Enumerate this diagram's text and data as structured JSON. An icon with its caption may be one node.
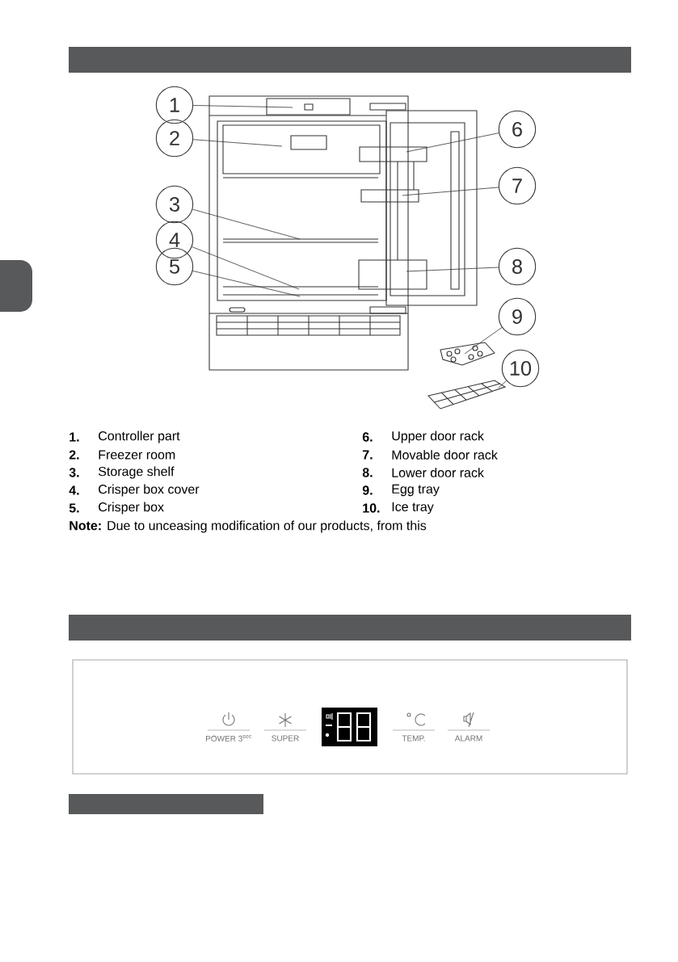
{
  "diagram": {
    "nodes": [
      {
        "text": [
          "1"
        ]
      },
      {
        "text": [
          "2"
        ]
      },
      {
        "text": [
          "3"
        ]
      },
      {
        "text": [
          "4"
        ]
      },
      {
        "text": [
          "5"
        ]
      },
      {
        "text": [
          "6"
        ]
      },
      {
        "text": [
          "7"
        ]
      },
      {
        "text": [
          "8"
        ]
      },
      {
        "text": [
          "9"
        ]
      },
      {
        "text": [
          "10"
        ]
      }
    ],
    "edges": [
      {
        "from": 0,
        "to": null,
        "arrow": "none"
      },
      {
        "from": 1,
        "to": null,
        "arrow": "none"
      },
      {
        "from": 2,
        "to": null,
        "arrow": "none"
      },
      {
        "from": 3,
        "to": null,
        "arrow": "none"
      },
      {
        "from": 4,
        "to": null,
        "arrow": "none"
      },
      {
        "from": 5,
        "to": null,
        "arrow": "none"
      },
      {
        "from": 6,
        "to": null,
        "arrow": "none"
      },
      {
        "from": 7,
        "to": null,
        "arrow": "none"
      },
      {
        "from": 8,
        "to": null,
        "arrow": "none"
      },
      {
        "from": 9,
        "to": null,
        "arrow": "none"
      }
    ],
    "labels": [
      "1.",
      "Controller part",
      "6.",
      "Upper door rack",
      "2.",
      "Freezer room",
      "7.",
      "Movable door rack",
      "3.",
      "Storage shelf",
      "8.",
      "Lower door rack",
      "4.",
      "Crisper box cover",
      "9.",
      "Egg tray",
      "5.",
      "Crisper box",
      "10.",
      "Ice tray",
      "**Note:** Due to unceasing modification of our products, from this",
      "POWER 3$^{sec}$",
      "SUPER",
      "TEMP.",
      "ALARM"
    ]
  }
}
